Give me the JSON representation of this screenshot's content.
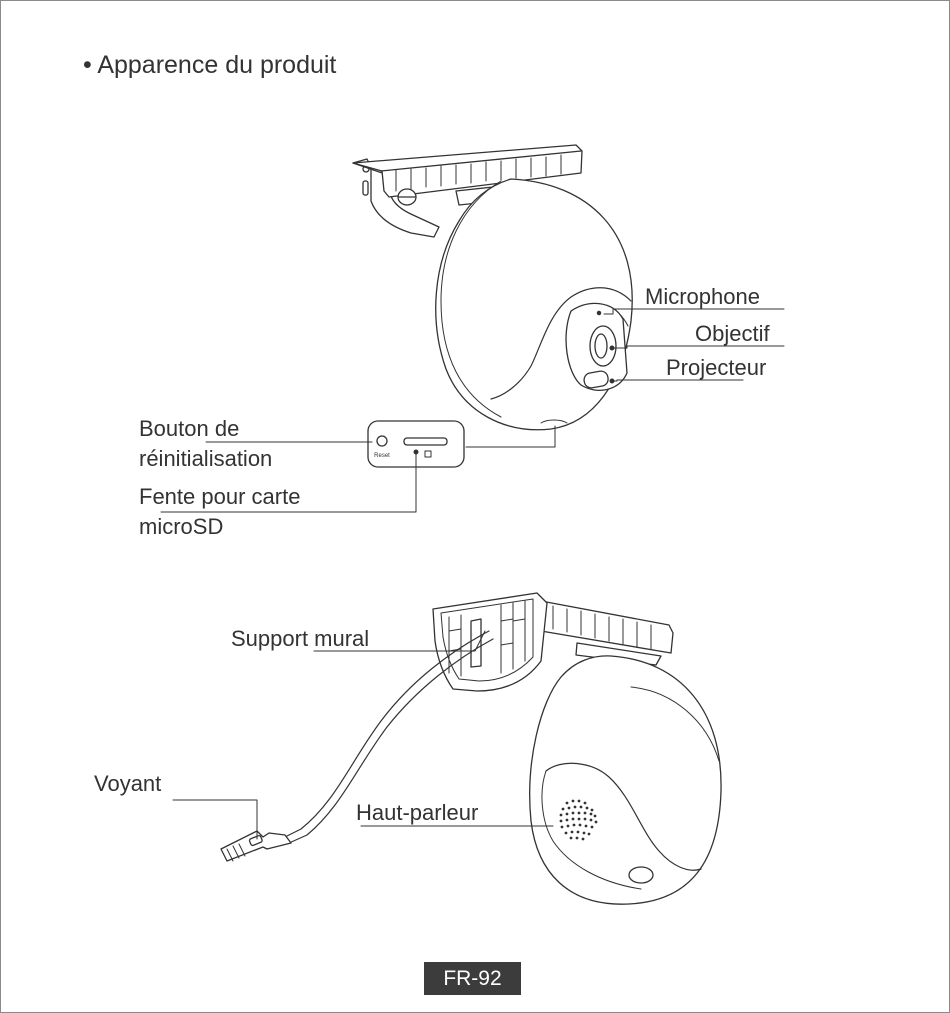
{
  "section_title": "• Apparence du produit",
  "labels": {
    "microphone": "Microphone",
    "objectif": "Objectif",
    "projecteur": "Projecteur",
    "bouton_line1": "Bouton de",
    "bouton_line2": "réinitialisation",
    "fente_line1": "Fente pour carte",
    "fente_line2": "microSD",
    "support": "Support mural",
    "voyant": "Voyant",
    "haut_parleur": "Haut-parleur"
  },
  "panel_reset_text": "Reset",
  "page_number": "FR-92"
}
